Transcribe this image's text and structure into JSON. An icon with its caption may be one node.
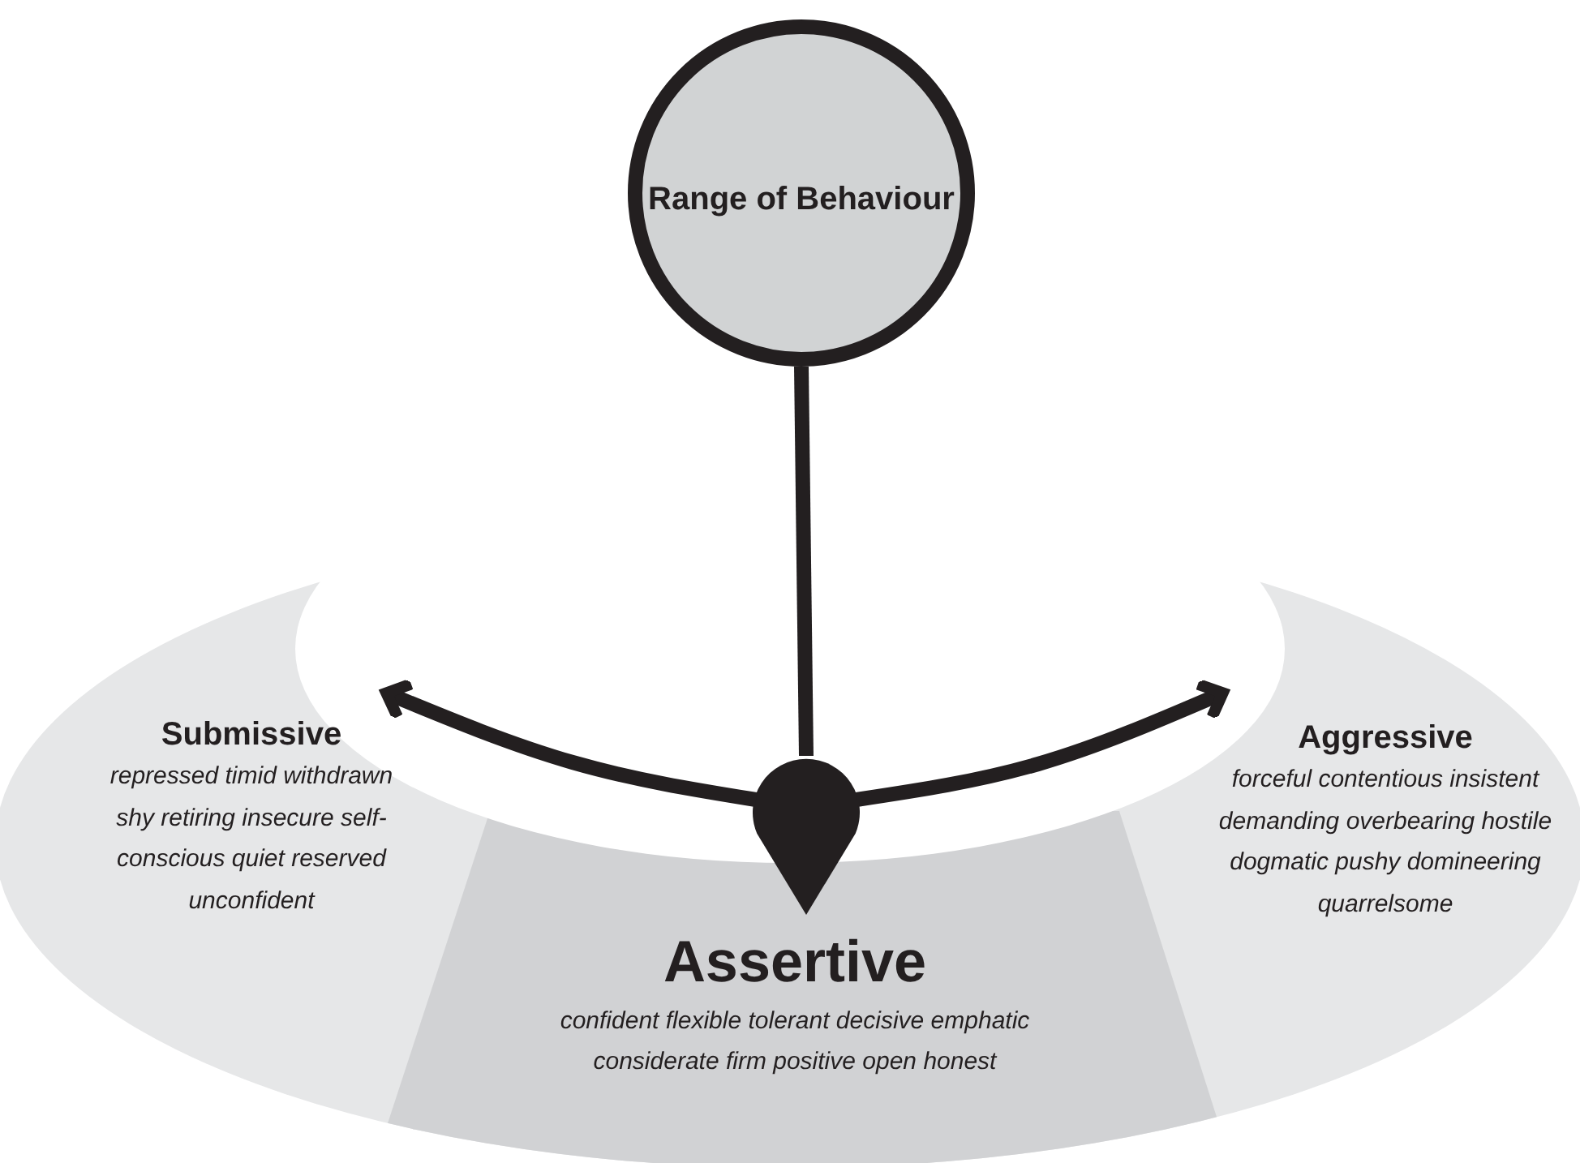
{
  "diagram": {
    "nodes": [
      {
        "text": [
          "Range of Behaviour"
        ]
      },
      {
        "text": [
          "Submissive",
          "repressed timid withdrawn shy retiring insecure self-conscious quiet reserved unconfident"
        ]
      },
      {
        "text": [
          "Assertive",
          "confident flexible tolerant decisive emphatic considerate firm positive open honest"
        ]
      },
      {
        "text": [
          "Aggressive",
          "forceful contentious insistent demanding overbearing hostile dogmatic pushy domineering quarrelsome"
        ]
      },
      {
        "text": [],
        "shape": "pin"
      }
    ],
    "edges": [
      {
        "from": 0,
        "to": 4,
        "arrow": "none"
      },
      {
        "from": 4,
        "to": 1,
        "arrow": "to"
      },
      {
        "from": 4,
        "to": 3,
        "arrow": "to"
      }
    ]
  }
}
